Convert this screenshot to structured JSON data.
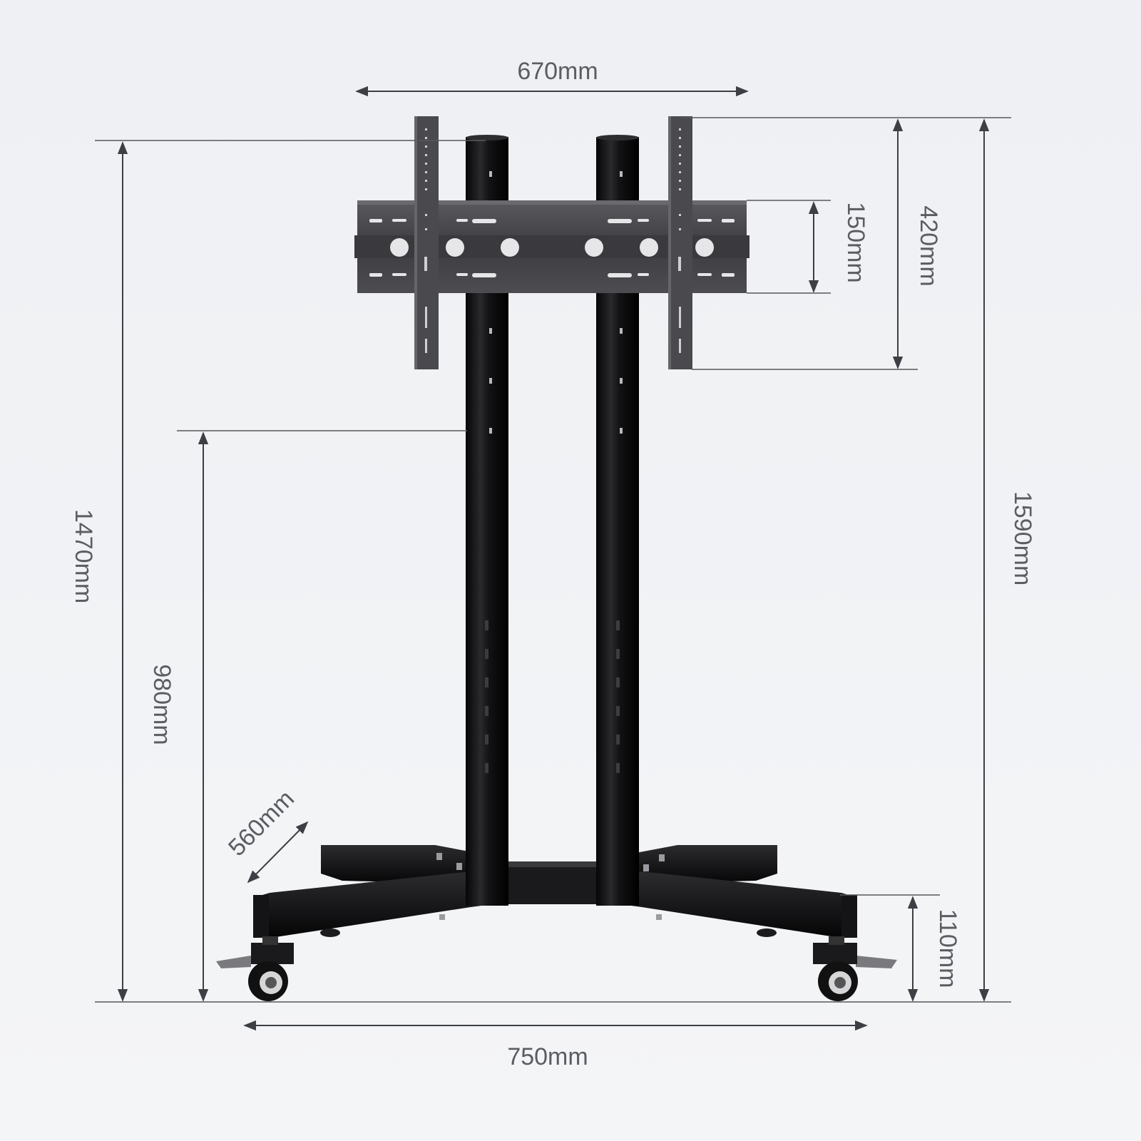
{
  "dimensions": {
    "bracket_width": "670mm",
    "bracket_height": "420mm",
    "plate_height": "150mm",
    "overall_height": "1590mm",
    "top_height": "1470mm",
    "min_height": "980mm",
    "base_depth": "560mm",
    "base_width": "750mm",
    "caster_height": "110mm"
  },
  "colors": {
    "background": "#eef0f3",
    "pole": "#0d0d0f",
    "bracket": "#4a4a4e",
    "dimension_line": "#55585d",
    "text": "#5a5d62"
  }
}
